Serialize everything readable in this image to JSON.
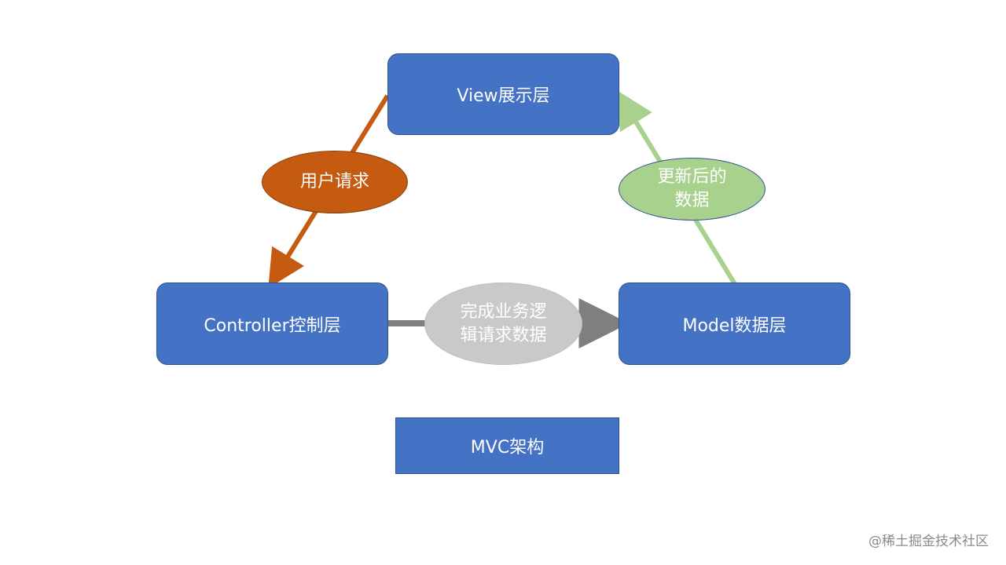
{
  "diagram": {
    "view_box": {
      "label": "View展示层",
      "color": "#4472c4"
    },
    "controller_box": {
      "label": "Controller控制层",
      "color": "#4472c4"
    },
    "model_box": {
      "label": "Model数据层",
      "color": "#4472c4"
    },
    "title_box": {
      "label": "MVC架构",
      "color": "#4472c4"
    },
    "request_ellipse": {
      "lines": [
        "用户请求"
      ],
      "color": "#c55a11"
    },
    "updated_ellipse": {
      "lines": [
        "更新后的",
        "数据"
      ],
      "color": "#a9d18e"
    },
    "business_ellipse": {
      "lines": [
        "完成业务逻",
        "辑请求数据"
      ],
      "color": "#c9c9c9"
    },
    "arrow_colors": {
      "view_to_controller": "#c55a11",
      "controller_to_model": "#7f7f7f",
      "model_to_view": "#a9d18e"
    }
  },
  "watermark": "@稀土掘金技术社区"
}
